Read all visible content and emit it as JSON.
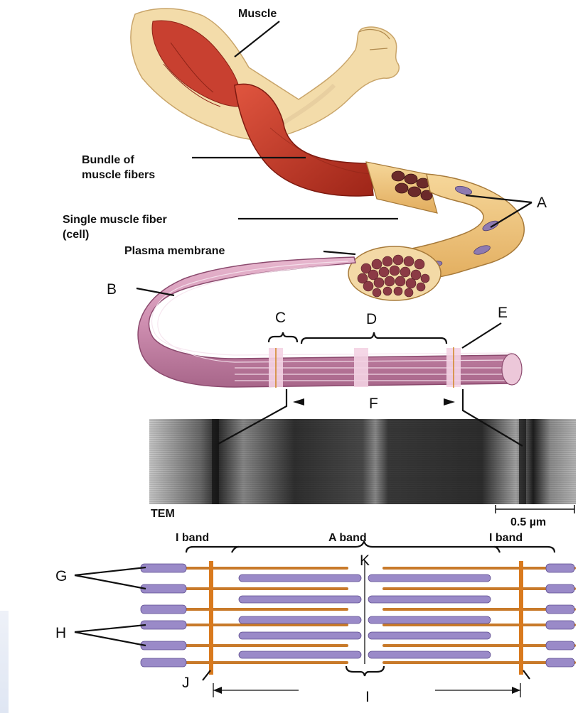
{
  "labels": {
    "muscle": "Muscle",
    "bundle_line1": "Bundle of",
    "bundle_line2": "muscle fibers",
    "fiber_line1": "Single muscle fiber",
    "fiber_line2": "(cell)",
    "plasma": "Plasma membrane",
    "tem": "TEM",
    "scale": "0.5 µm",
    "i_band_left": "I band",
    "a_band": "A band",
    "i_band_right": "I band"
  },
  "letters": {
    "A": "A",
    "B": "B",
    "C": "C",
    "D": "D",
    "E": "E",
    "F": "F",
    "G": "G",
    "H": "H",
    "I": "I",
    "J": "J",
    "K": "K"
  },
  "colors": {
    "muscle_red": "#c8382a",
    "fiber_yellow": "#f2c77c",
    "myofibril_pink": "#d99ab8",
    "actin_orange": "#c87a2a",
    "myosin_purple": "#9a8ac8",
    "z_line_orange": "#d97a1e"
  }
}
